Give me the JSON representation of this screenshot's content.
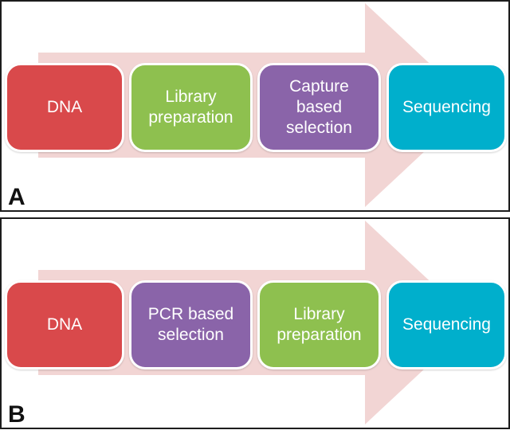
{
  "figure": {
    "colors": {
      "arrow_pink": "#f2d5d4",
      "red": "#d9494b",
      "green": "#8ec04f",
      "purple": "#8a64a9",
      "cyan": "#00afcc",
      "box_outline": "#ffffff",
      "box_text": "#ffffff",
      "panel_border": "#1c1c1c",
      "background": "#ffffff"
    },
    "panels": [
      {
        "label": "A",
        "steps": [
          {
            "id": "dna",
            "lines": [
              "DNA"
            ],
            "color": "#d9494b"
          },
          {
            "id": "library-preparation",
            "lines": [
              "Library",
              "preparation"
            ],
            "color": "#8ec04f"
          },
          {
            "id": "capture-based-selection",
            "lines": [
              "Capture",
              "based",
              "selection"
            ],
            "color": "#8a64a9"
          },
          {
            "id": "sequencing",
            "lines": [
              "Sequencing"
            ],
            "color": "#00afcc"
          }
        ]
      },
      {
        "label": "B",
        "steps": [
          {
            "id": "dna",
            "lines": [
              "DNA"
            ],
            "color": "#d9494b"
          },
          {
            "id": "pcr-based-selection",
            "lines": [
              "PCR based",
              "selection"
            ],
            "color": "#8a64a9"
          },
          {
            "id": "library-preparation",
            "lines": [
              "Library",
              "preparation"
            ],
            "color": "#8ec04f"
          },
          {
            "id": "sequencing",
            "lines": [
              "Sequencing"
            ],
            "color": "#00afcc"
          }
        ]
      }
    ]
  }
}
